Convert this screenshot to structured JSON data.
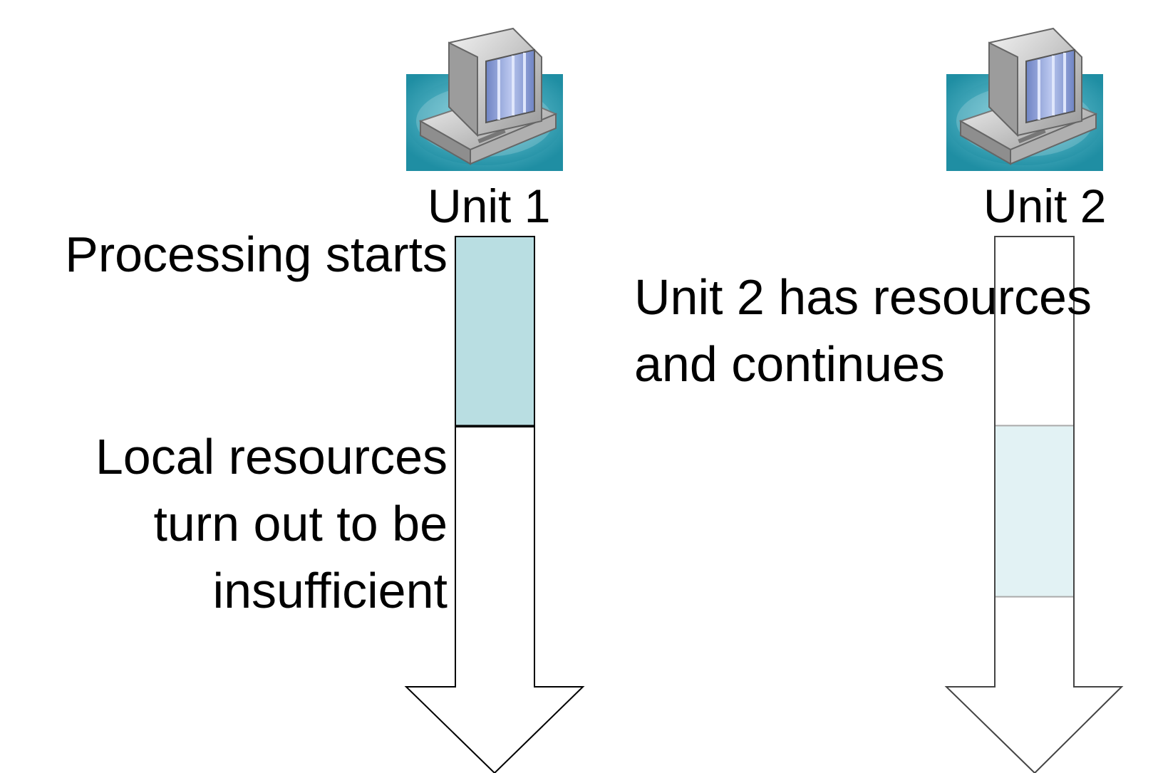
{
  "units": [
    {
      "id": "unit-1",
      "label": "Unit 1",
      "icon": "computer-icon",
      "fill_color": "#b9dee2",
      "fill_fraction_start": 0.0,
      "fill_fraction_end": 0.42
    },
    {
      "id": "unit-2",
      "label": "Unit 2",
      "icon": "computer-icon",
      "fill_color": "#e2f2f4",
      "fill_fraction_start": 0.42,
      "fill_fraction_end": 0.8
    }
  ],
  "annotations": {
    "processing_starts": "Processing starts",
    "local_resources": [
      "Local resources",
      "turn out to be",
      "insufficient"
    ],
    "unit2_continues": [
      "Unit 2 has resources",
      "and continues"
    ]
  },
  "colors": {
    "outline": "#000000",
    "unit2_outline": "#555555",
    "computer_base": "#2b9fb3",
    "computer_body": "#c8c8c8",
    "screen": "#8fa3d8"
  }
}
